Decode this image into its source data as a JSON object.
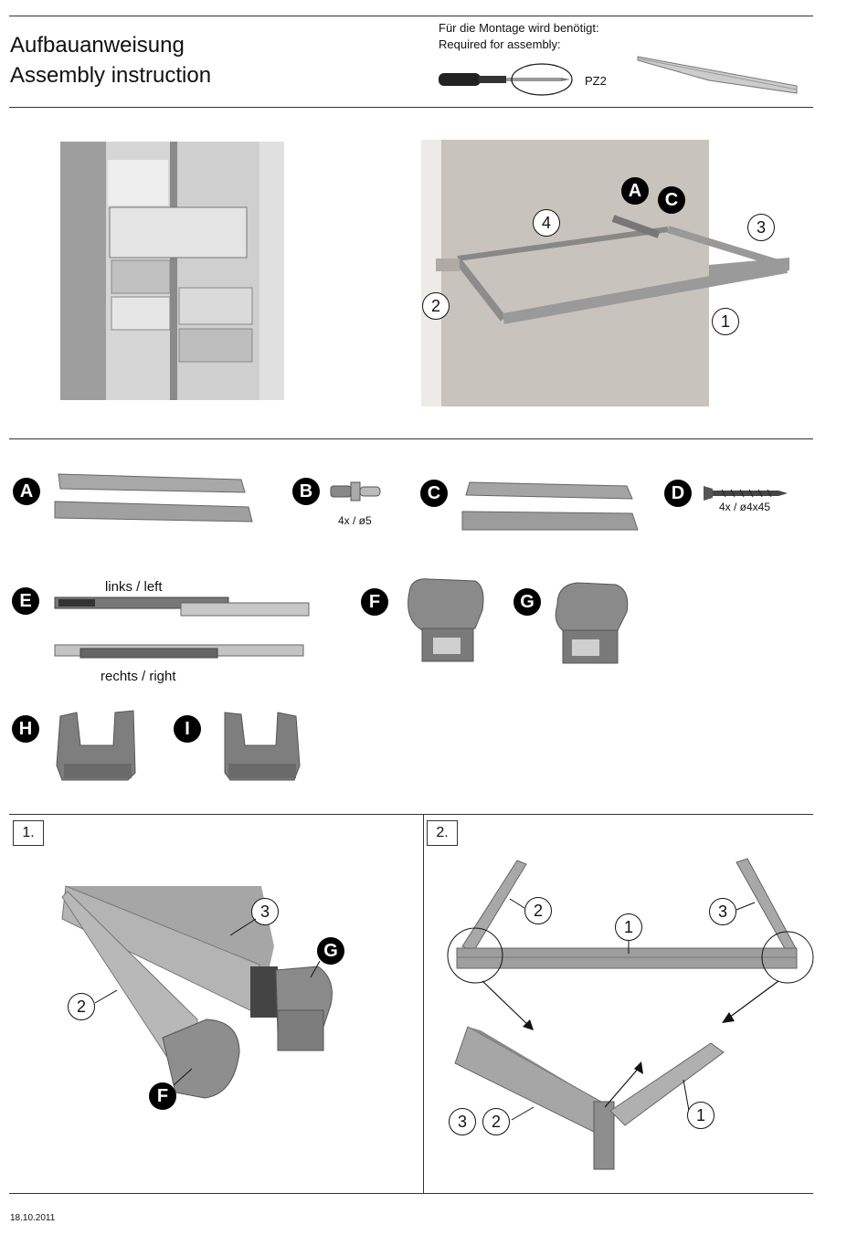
{
  "header": {
    "title_de": "Aufbauanweisung",
    "title_en": "Assembly instruction",
    "tools_de": "Für die Montage wird benötigt:",
    "tools_en": "Required for assembly:",
    "screwdriver_spec": "PZ2"
  },
  "overview": {
    "callouts": [
      "A",
      "C",
      "4",
      "3",
      "2",
      "1"
    ]
  },
  "parts": [
    {
      "letter": "A",
      "note": ""
    },
    {
      "letter": "B",
      "note": "4x / ø5"
    },
    {
      "letter": "C",
      "note": ""
    },
    {
      "letter": "D",
      "note": "4x / ø4x45"
    },
    {
      "letter": "E",
      "note_top": "links / left",
      "note_bottom": "rechts / right"
    },
    {
      "letter": "F"
    },
    {
      "letter": "G"
    },
    {
      "letter": "H"
    },
    {
      "letter": "I"
    }
  ],
  "steps": [
    {
      "label": "1.",
      "callouts": [
        "3",
        "G",
        "2",
        "F"
      ]
    },
    {
      "label": "2.",
      "callouts": [
        "2",
        "3",
        "1",
        "3",
        "2",
        "1"
      ]
    }
  ],
  "footer": {
    "date": "18.10.2011"
  }
}
